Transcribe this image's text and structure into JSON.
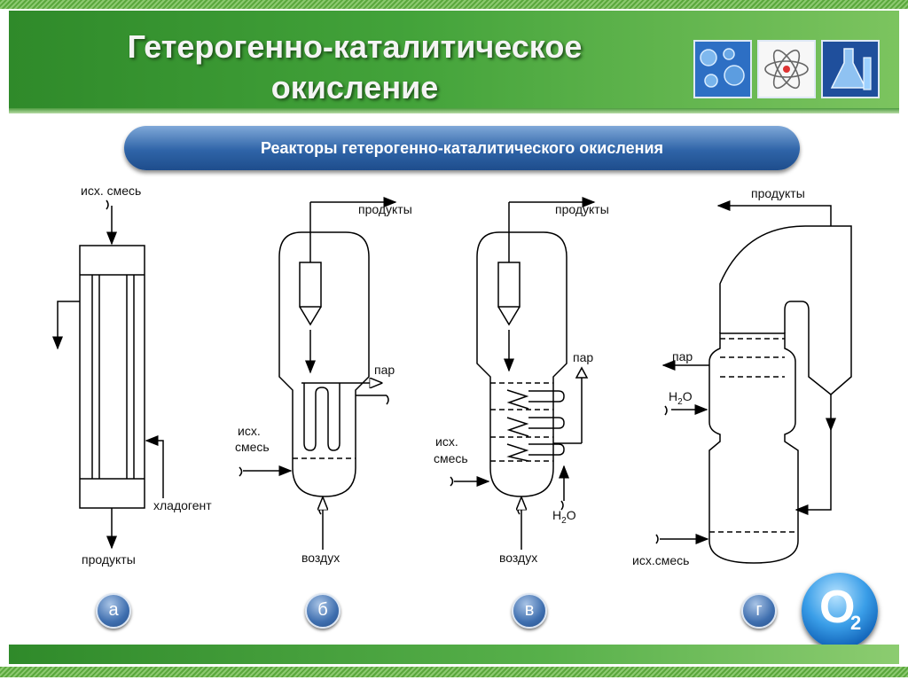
{
  "header": {
    "title_line1": "Гетерогенно-каталитическое",
    "title_line2": "окисление"
  },
  "banner": {
    "text": "Реакторы гетерогенно-каталитического окисления"
  },
  "icons": {
    "thumb1": "water-bubbles-icon",
    "thumb2": "atom-icon",
    "thumb3": "lab-flask-icon",
    "logo": "o2-logo-icon"
  },
  "logo": {
    "letter": "O",
    "subscript": "2"
  },
  "reactor_a": {
    "inlet": "исх. смесь",
    "coolant": "хладогент",
    "outlet": "продукты",
    "badge": "а"
  },
  "reactor_b": {
    "products": "продукты",
    "steam": "пар",
    "inlet_line1": "исх.",
    "inlet_line2": "смесь",
    "air": "воздух",
    "badge": "б"
  },
  "reactor_c": {
    "products": "продукты",
    "steam": "пар",
    "inlet_line1": "исх.",
    "inlet_line2": "смесь",
    "water": "H",
    "water_sub": "2",
    "water_end": "O",
    "air": "воздух",
    "badge": "в"
  },
  "reactor_d": {
    "products": "продукты",
    "steam": "пар",
    "water": "H",
    "water_sub": "2",
    "water_end": "O",
    "inlet": "исх.смесь",
    "badge": "г"
  },
  "colors": {
    "header_green": "#43a33a",
    "banner_blue": "#2f64a8",
    "badge_blue": "#3f6faf"
  }
}
